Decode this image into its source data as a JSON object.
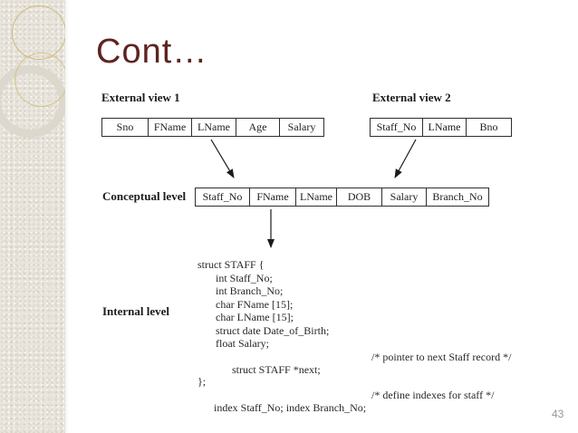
{
  "slide": {
    "title": "Cont…",
    "page_number": "43"
  },
  "levels": {
    "external_view_1": {
      "label": "External view 1",
      "columns": [
        "Sno",
        "FName",
        "LName",
        "Age",
        "Salary"
      ]
    },
    "external_view_2": {
      "label": "External view 2",
      "columns": [
        "Staff_No",
        "LName",
        "Bno"
      ]
    },
    "conceptual": {
      "label": "Conceptual level",
      "columns": [
        "Staff_No",
        "FName",
        "LName",
        "DOB",
        "Salary",
        "Branch_No"
      ]
    },
    "internal": {
      "label": "Internal level",
      "code_lines": [
        "struct STAFF {",
        "int Staff_No;",
        "int Branch_No;",
        "char FName [15];",
        "char LName [15];",
        "struct date Date_of_Birth;",
        "float Salary;",
        "struct STAFF *next;",
        "};",
        "index Staff_No; index Branch_No;"
      ],
      "comments": [
        "/* pointer to next Staff record */",
        "/* define indexes for staff */"
      ]
    }
  },
  "colors": {
    "title_text": "#5e2420",
    "page_number_text": "#9a968a",
    "sidebar_background": "#e9e5dc",
    "table_border": "#2e2e2e"
  }
}
